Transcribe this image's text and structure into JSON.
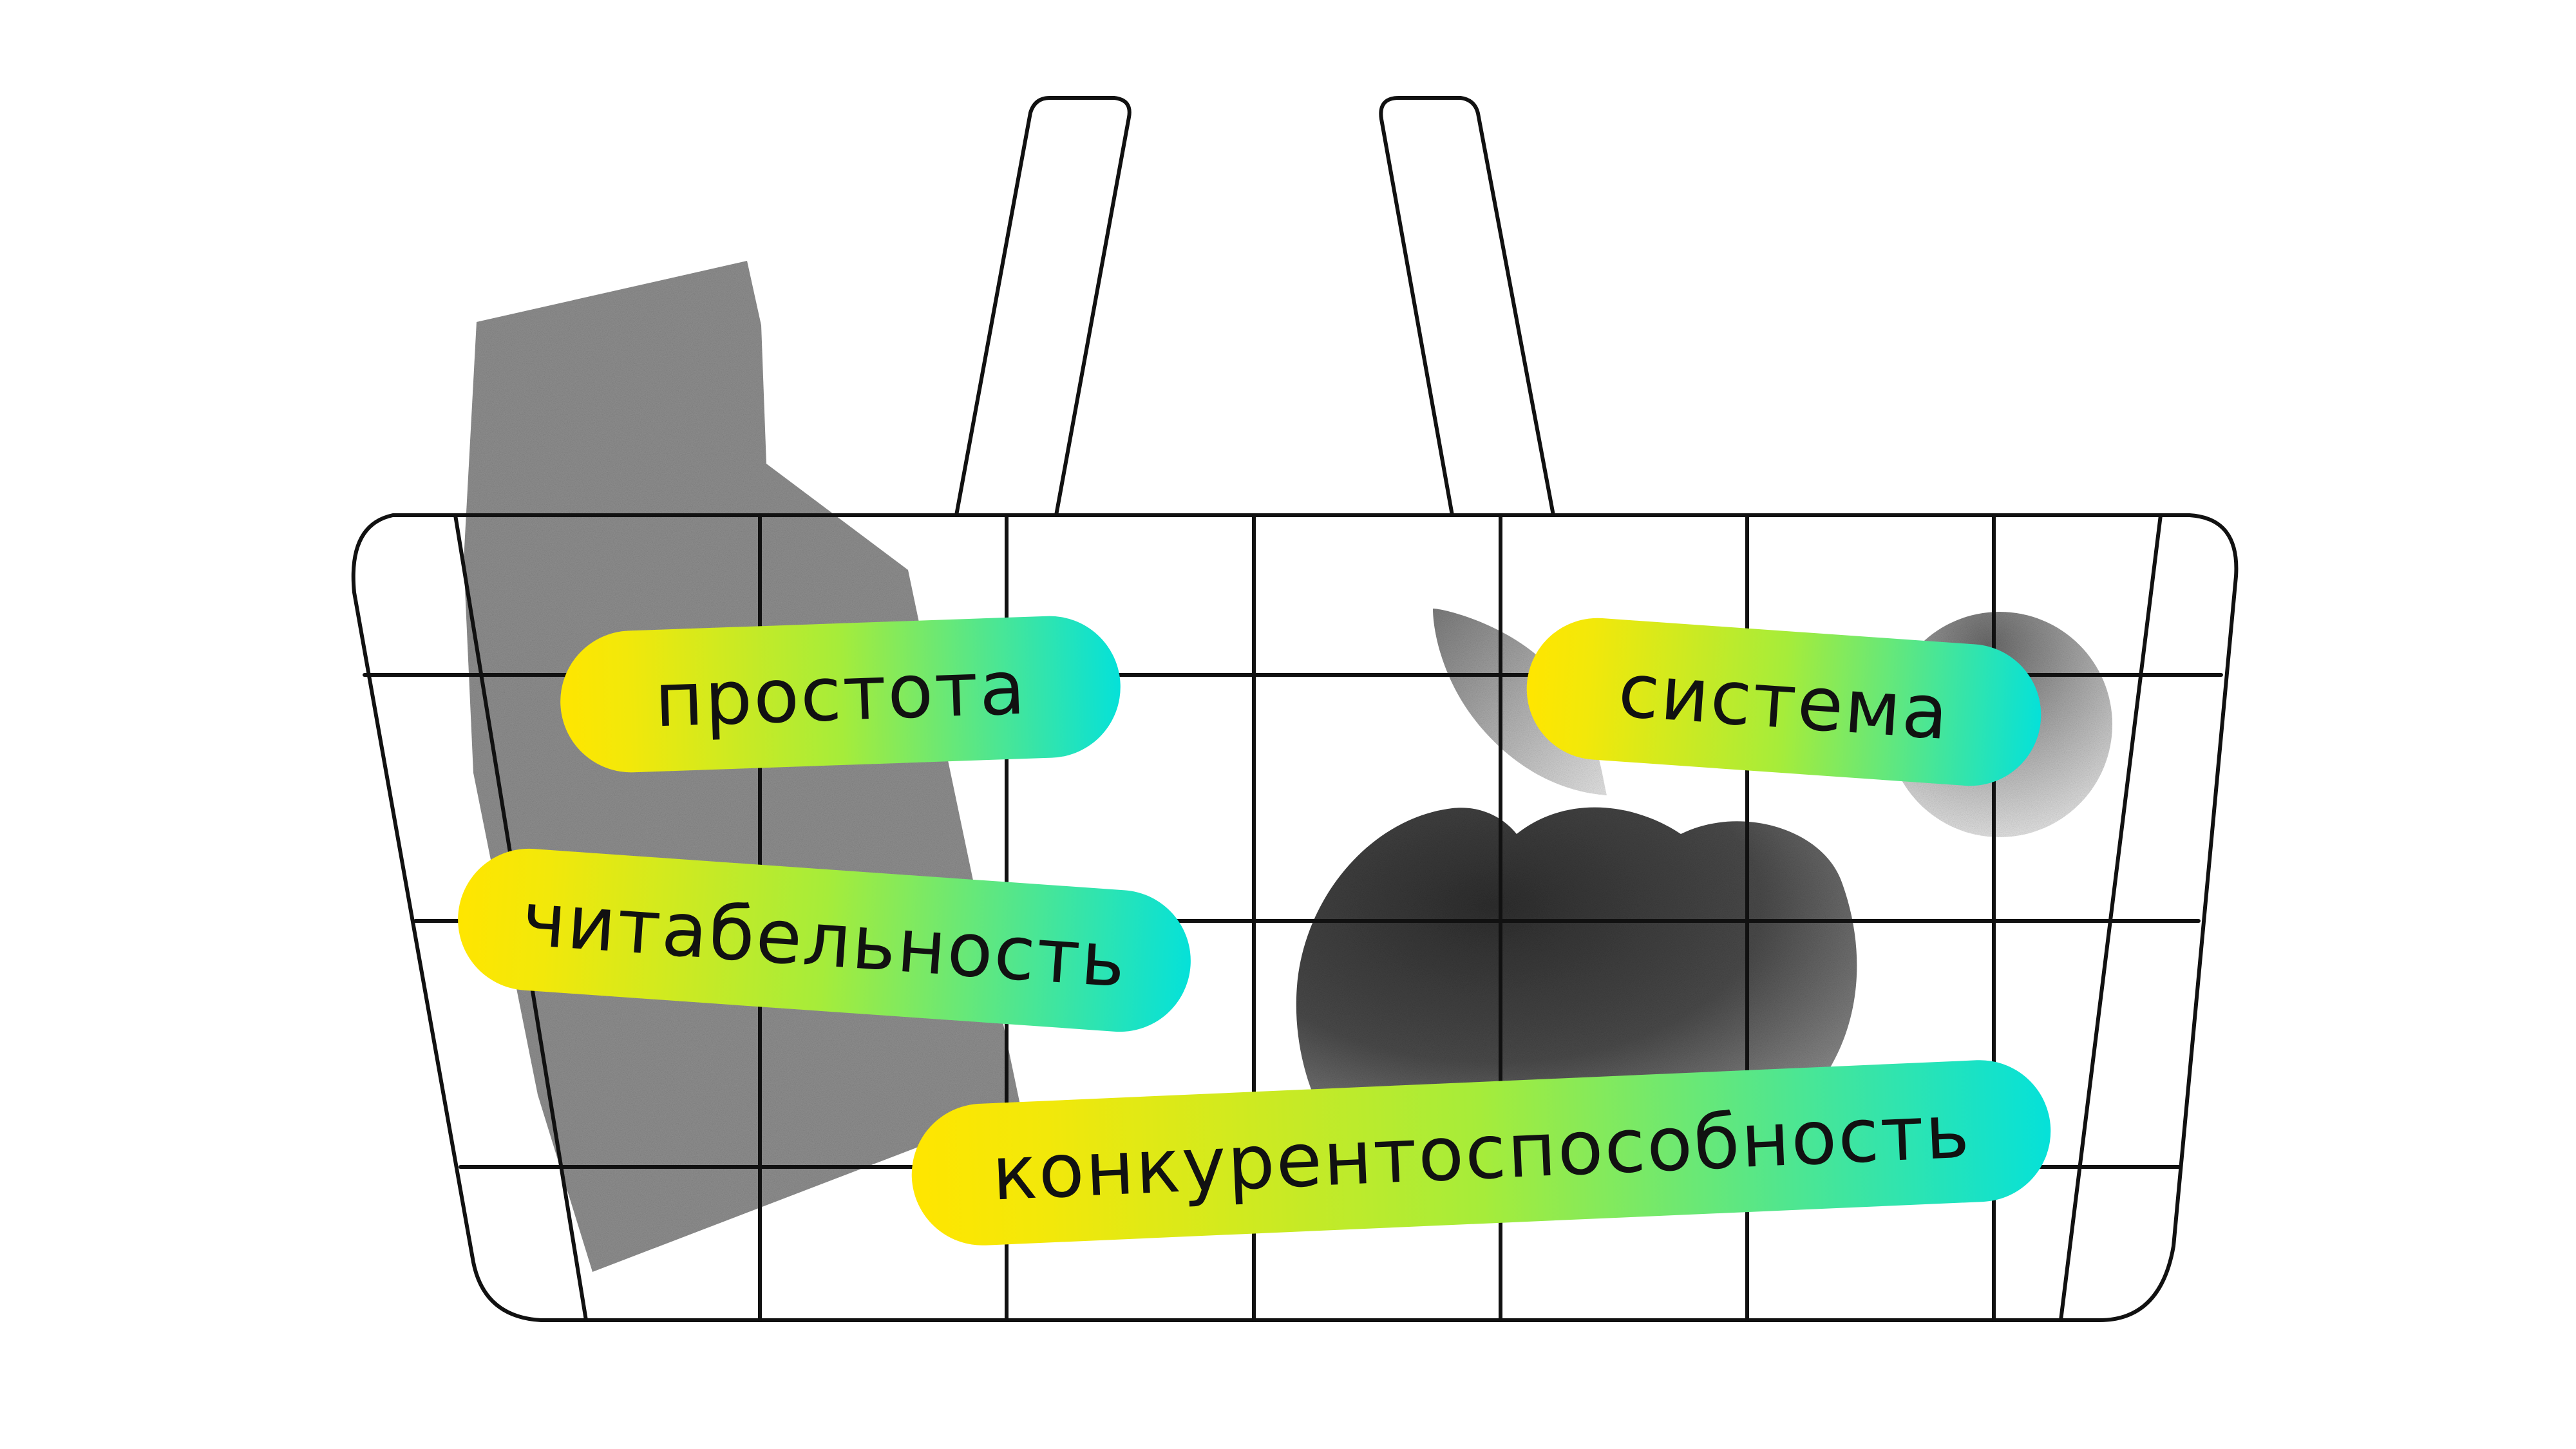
{
  "tags": {
    "simplicity": "простота",
    "system": "система",
    "readability": "читабельность",
    "competitiveness": "конкурентоспособность"
  },
  "colors": {
    "background": "#ffffff",
    "line": "#111111",
    "pill_gradient_start": "#ffe600",
    "pill_gradient_mid": "#a6ec3a",
    "pill_gradient_end": "#05e1d9",
    "bottle": "#8f8f8f",
    "apple": "#3e3e3e",
    "fruit_circle": "#cfcfcf"
  },
  "icons": {
    "bottle": "grainy-bottle-icon",
    "apple": "grainy-apple-icon",
    "leaf": "grainy-leaf-icon",
    "fruit": "grainy-fruit-icon",
    "basket": "basket-outline-icon"
  }
}
